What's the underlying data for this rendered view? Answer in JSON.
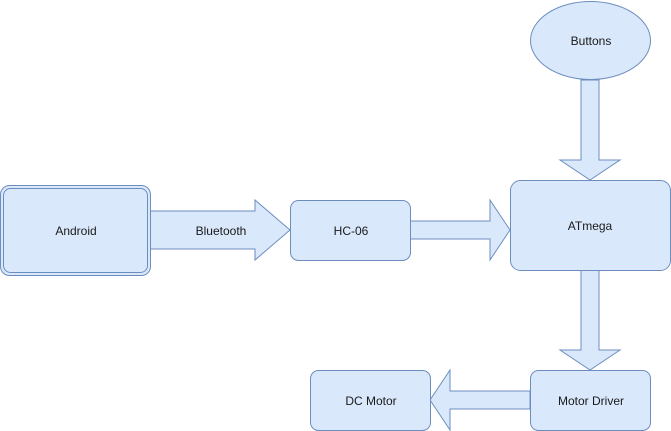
{
  "diagram": {
    "nodes": {
      "android": "Android",
      "hc06": "HC-06",
      "atmega": "ATmega",
      "buttons": "Buttons",
      "motor_driver": "Motor Driver",
      "dc_motor": "DC Motor"
    },
    "edges": {
      "android_to_hc06": "Bluetooth"
    },
    "colors": {
      "fill": "#dae8fc",
      "stroke": "#6c8ebf",
      "text": "#1a1a1a"
    }
  }
}
